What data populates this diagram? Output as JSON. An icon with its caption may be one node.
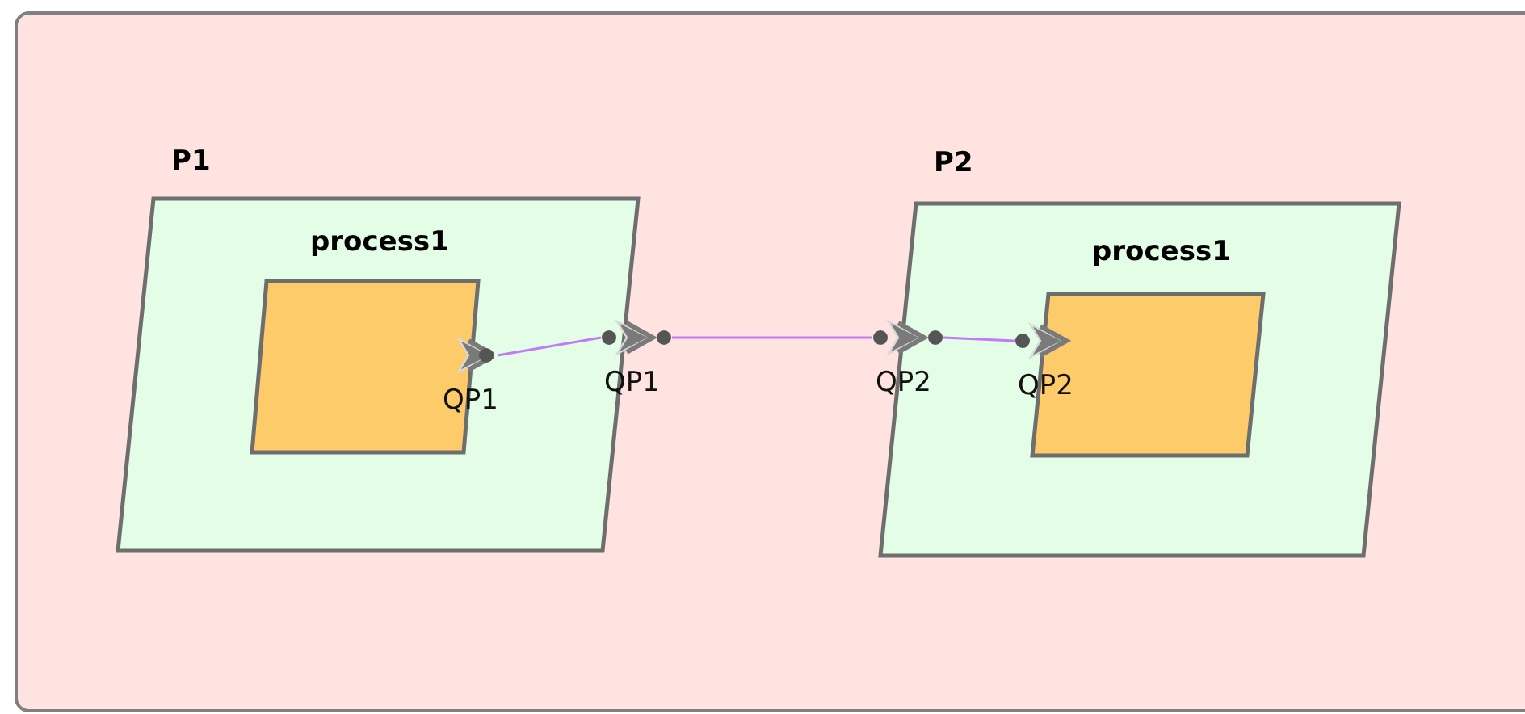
{
  "diagram": {
    "nodes": [
      {
        "text": [
          "P1"
        ]
      },
      {
        "text": [
          "process1"
        ],
        "in": 0
      },
      {
        "text": [
          "QP1"
        ],
        "in": 0
      },
      {
        "text": [
          "QP1"
        ]
      },
      {
        "text": [
          "QP2"
        ]
      },
      {
        "text": [
          "P2"
        ]
      },
      {
        "text": [
          "process1"
        ],
        "in": 5
      },
      {
        "text": [
          "QP2"
        ],
        "in": 6
      }
    ],
    "edges": [
      {
        "from": 2,
        "to": 3,
        "arrow": "none",
        "color": "#c17cf5"
      },
      {
        "from": 3,
        "to": 4,
        "arrow": "none",
        "color": "#c17cf5"
      },
      {
        "from": 4,
        "to": 7,
        "arrow": "none",
        "color": "#c17cf5"
      }
    ]
  }
}
